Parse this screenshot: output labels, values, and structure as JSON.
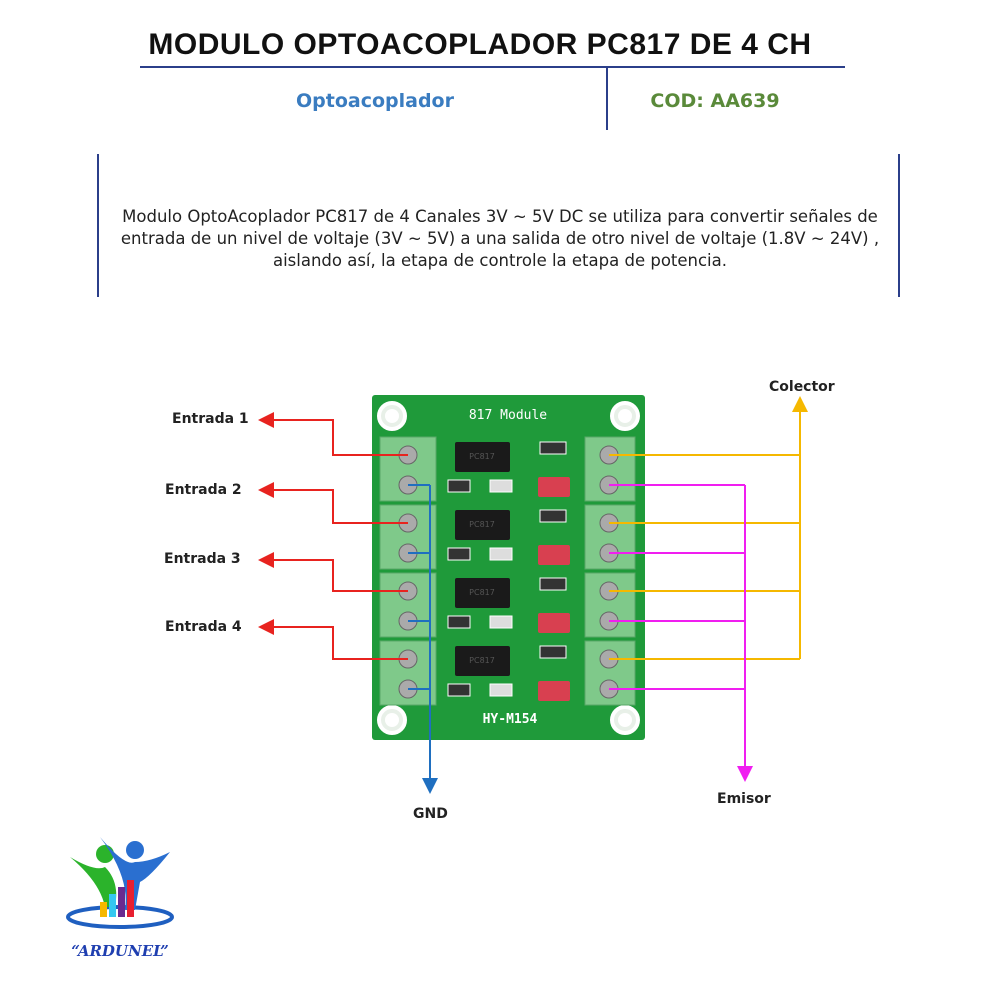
{
  "header": {
    "title": "MODULO OPTOACOPLADOR PC817 DE 4 CH",
    "category": "Optoacoplador",
    "code": "COD: AA639"
  },
  "description": "Modulo OptoAcoplador PC817 de 4 Canales 3V ~ 5V DC se utiliza para convertir señales de entrada de un nivel de voltaje (3V ~ 5V) a una salida de otro nivel de voltaje (1.8V ~ 24V) , aislando así, la etapa de controle la etapa de potencia.",
  "diagram": {
    "board_top_label": "817 Module",
    "board_bottom_label": "HY-M154",
    "chip_label": "PC817",
    "inputs": [
      "Entrada 1",
      "Entrada 2",
      "Entrada 3",
      "Entrada 4"
    ],
    "gnd": "GND",
    "collector": "Colector",
    "emitter": "Emisor",
    "colors": {
      "input": "#e8231f",
      "gnd": "#1f6fc0",
      "collector": "#f5b800",
      "emitter": "#f01ef0",
      "board": "#1f9a3a"
    }
  },
  "logo": {
    "text": "“ARDUNEL”"
  }
}
